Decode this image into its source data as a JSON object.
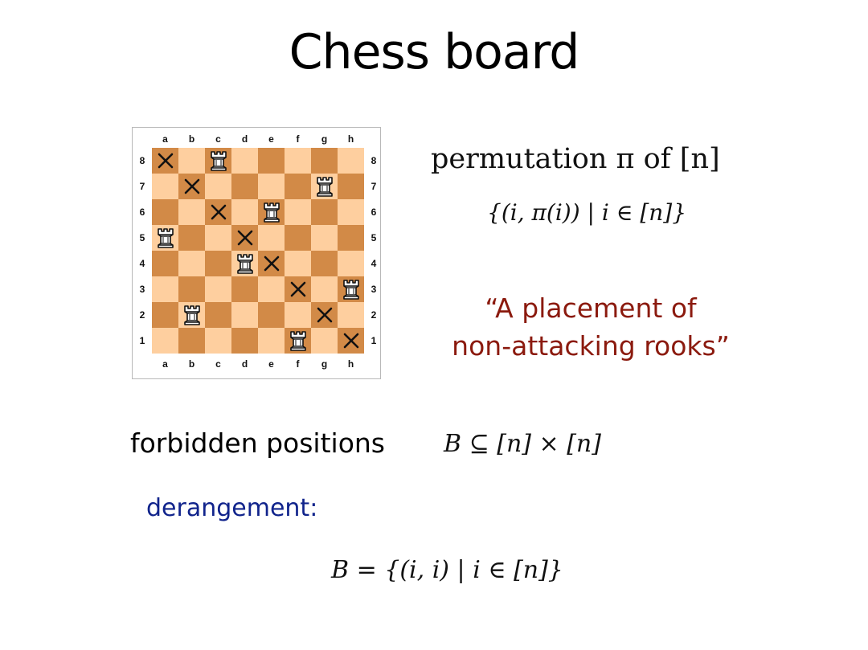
{
  "slide": {
    "title": "Chess board",
    "permutation_line": "permutation π of [n]",
    "set_def": "{(i, π(i)) | i ∈ [n]}",
    "quote_line1": "“A placement of",
    "quote_line2": "non-attacking rooks”",
    "forbidden_label": "forbidden positions",
    "forbidden_formula": "B ⊆ [n] × [n]",
    "derangement_label": "derangement:",
    "derangement_formula": "B = {(i, i) | i ∈ [n]}"
  },
  "board": {
    "files": [
      "a",
      "b",
      "c",
      "d",
      "e",
      "f",
      "g",
      "h"
    ],
    "ranks": [
      "8",
      "7",
      "6",
      "5",
      "4",
      "3",
      "2",
      "1"
    ],
    "colors": {
      "light": "#fecf9f",
      "dark": "#d28a47"
    },
    "rooks": [
      "c8",
      "g7",
      "e6",
      "a5",
      "d4",
      "h3",
      "b2",
      "f1"
    ],
    "crosses": [
      "a8",
      "b7",
      "c6",
      "d5",
      "e4",
      "f3",
      "g2",
      "h1"
    ]
  }
}
